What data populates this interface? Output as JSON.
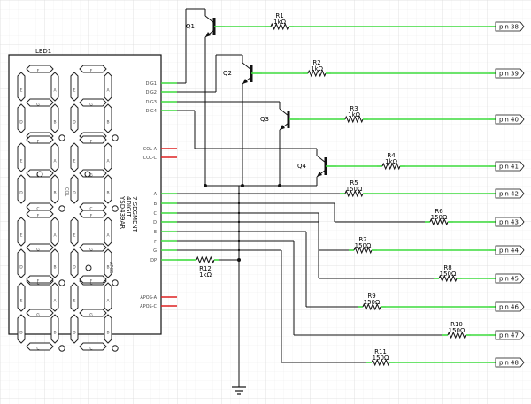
{
  "led": {
    "ref": "LED1",
    "name_line1": "7 SEGMENT",
    "name_line2": "4DIGIT",
    "name_line3": "YSD439AR",
    "left_pins": [
      "DIG1",
      "DIG2",
      "DIG3",
      "DIG4",
      "COL-A",
      "COL-C",
      "A",
      "B",
      "C",
      "D",
      "E",
      "F",
      "G",
      "DP",
      "APOS-A",
      "APOS-C"
    ],
    "col_text": "COL",
    "apos_text": "APOS",
    "segment_letters": [
      "A",
      "B",
      "C",
      "D",
      "E",
      "F",
      "G"
    ]
  },
  "transistors": [
    "Q1",
    "Q2",
    "Q3",
    "Q4"
  ],
  "resistors": [
    {
      "ref": "R1",
      "value": "1kΩ",
      "pin": "pin 38"
    },
    {
      "ref": "R2",
      "value": "1kΩ",
      "pin": "pin 39"
    },
    {
      "ref": "R3",
      "value": "1kΩ",
      "pin": "pin 40"
    },
    {
      "ref": "R4",
      "value": "1kΩ",
      "pin": "pin 41"
    },
    {
      "ref": "R5",
      "value": "150Ω",
      "pin": "pin 42"
    },
    {
      "ref": "R6",
      "value": "150Ω",
      "pin": "pin 43"
    },
    {
      "ref": "R7",
      "value": "150Ω",
      "pin": "pin 44"
    },
    {
      "ref": "R8",
      "value": "150Ω",
      "pin": "pin 45"
    },
    {
      "ref": "R9",
      "value": "150Ω",
      "pin": "pin 46"
    },
    {
      "ref": "R10",
      "value": "150Ω",
      "pin": "pin 47"
    },
    {
      "ref": "R11",
      "value": "150Ω",
      "pin": "pin 48"
    }
  ],
  "r12": {
    "ref": "R12",
    "value": "1kΩ"
  }
}
